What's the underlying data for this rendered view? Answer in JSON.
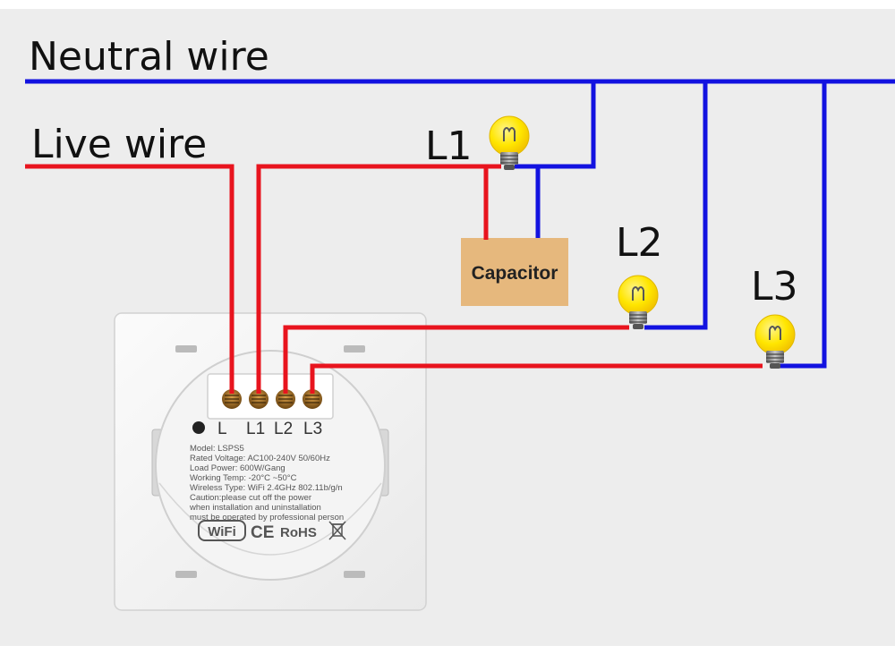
{
  "labels": {
    "neutral": "Neutral wire",
    "live": "Live wire",
    "l1": "L1",
    "l2": "L2",
    "l3": "L3",
    "capacitor": "Capacitor"
  },
  "terminals": [
    "L",
    "L1",
    "L2",
    "L3"
  ],
  "device_info": [
    "Model: LSPS5",
    "Rated Voltage: AC100-240V 50/60Hz",
    "Load Power: 600W/Gang",
    "Working Temp: -20°C ~50°C",
    "Wireless Type: WiFi 2.4GHz 802.11b/g/n",
    "Caution:please cut off the power",
    "when installation and uninstallation",
    "must be operated by professional person"
  ],
  "certifications": {
    "wifi": "WiFi",
    "ce": "CE",
    "rohs": "RoHS"
  },
  "colors": {
    "neutral": "#1212e0",
    "live": "#e8141e",
    "capacitor": "#e6b87d",
    "bulb": "#ffe600",
    "background": "#ededed"
  }
}
